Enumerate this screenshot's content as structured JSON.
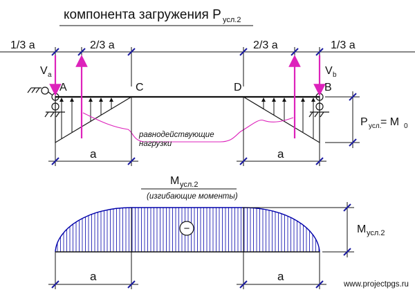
{
  "title": {
    "main": "компонента загружения P",
    "sub": "усл.2"
  },
  "dims_top": {
    "left_third": "1/3 a",
    "left_two_thirds": "2/3 a",
    "right_two_thirds": "2/3 a",
    "right_third": "1/3 a"
  },
  "points": {
    "A": "A",
    "B": "B",
    "C": "C",
    "D": "D"
  },
  "reactions": {
    "va_main": "V",
    "va_sub": "a",
    "vb_main": "V",
    "vb_sub": "b"
  },
  "resultant_label": {
    "line1": "равнодействующие",
    "line2": "нагрузки"
  },
  "load_dim": {
    "main": "P",
    "sub": "усл.",
    "eq": "= M",
    "eq_sub": "0"
  },
  "span_a": "a",
  "moment": {
    "title_main": "M",
    "title_sub": "усл.2",
    "caption": "(изгибающие моменты)",
    "sign": "−",
    "dim_main": "M",
    "dim_sub": "усл.2"
  },
  "watermark": "www.projectpgs.ru",
  "colors": {
    "accent": "#dd22bb",
    "line": "#111111",
    "hatch": "#0000aa",
    "dim": "#1a1aa0"
  }
}
